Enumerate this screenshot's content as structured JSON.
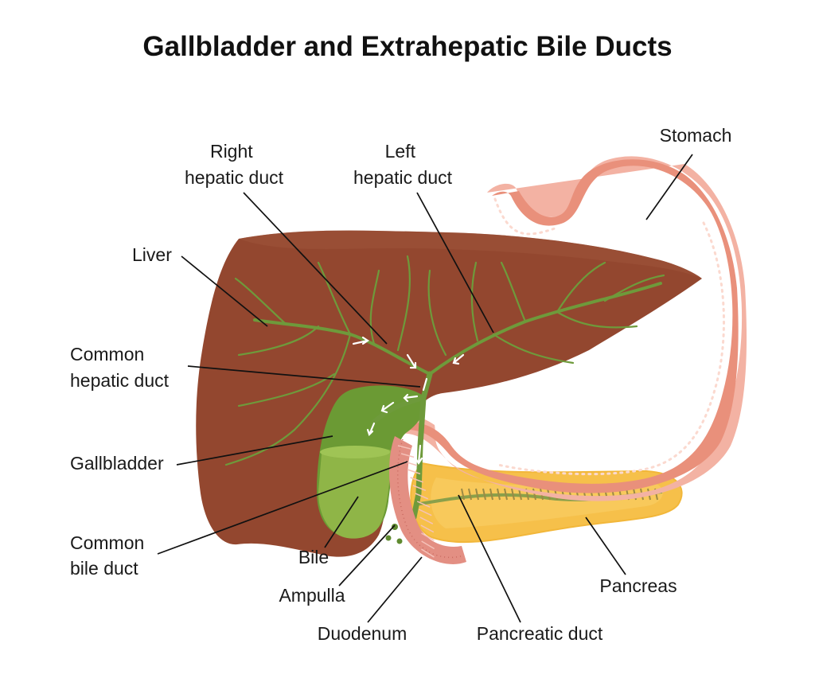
{
  "title": "Gallbladder and Extrahepatic Bile Ducts",
  "labels": {
    "stomach": "Stomach",
    "right_hepatic_duct": [
      "Right",
      "hepatic duct"
    ],
    "left_hepatic_duct": [
      "Left",
      "hepatic duct"
    ],
    "liver": "Liver",
    "common_hepatic_duct": [
      "Common",
      "hepatic duct"
    ],
    "gallbladder": "Gallbladder",
    "common_bile_duct": [
      "Common",
      "bile duct"
    ],
    "bile": "Bile",
    "ampulla": "Ampulla",
    "duodenum": "Duodenum",
    "pancreatic_duct": "Pancreatic duct",
    "pancreas": "Pancreas"
  },
  "colors": {
    "liver": "#93472f",
    "bile_duct": "#6e9a3b",
    "gallbladder": "#6b9a34",
    "bile": "#8fb547",
    "stomach": "#e9907b",
    "stomach_rim": "#f4b8a9",
    "pancreas": "#f6c04a",
    "duodenum": "#e38f83"
  }
}
